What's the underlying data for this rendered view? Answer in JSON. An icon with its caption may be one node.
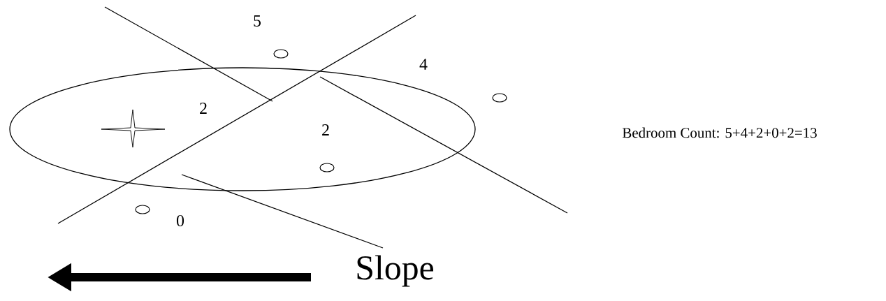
{
  "diagram": {
    "labels": [
      "5",
      "4",
      "2",
      "2",
      "Bedroom Count: 5+4+2+0+2=13",
      "0",
      "Slope"
    ]
  }
}
